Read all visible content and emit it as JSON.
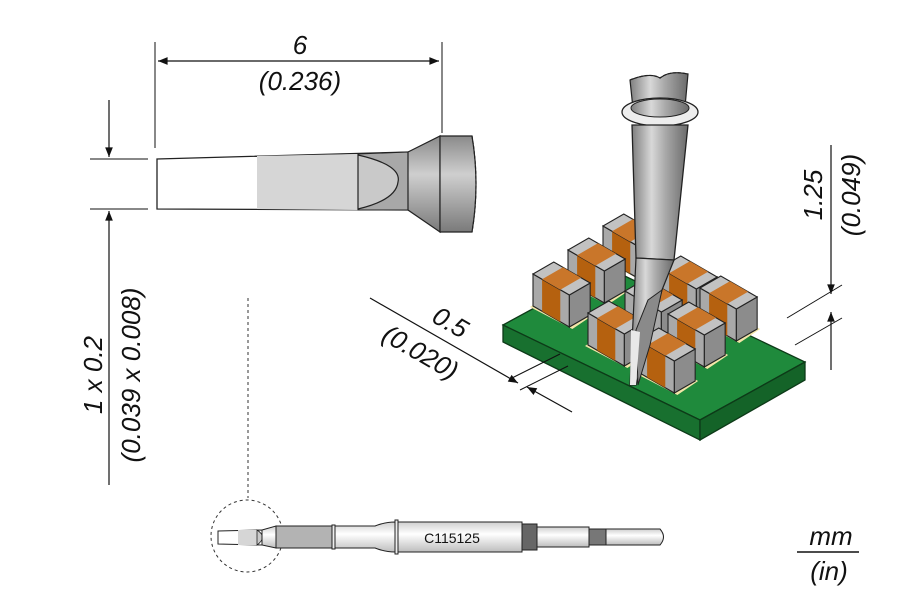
{
  "drawing": {
    "part_number": "C115125",
    "units": {
      "primary": "mm",
      "secondary": "(in)"
    },
    "dimensions": {
      "length": {
        "mm": "6",
        "in": "(0.236)"
      },
      "tip_size": {
        "mm": "1 x 0.2",
        "in": "(0.039 x 0.008)"
      },
      "height": {
        "mm": "1.25",
        "in": "(0.049)"
      },
      "gap": {
        "mm": "0.5",
        "in": "(0.020)"
      }
    },
    "colors": {
      "pcb_green": "#1f8a3c",
      "capacitor_band": "#b5610f",
      "capacitor_body": "#a9a9a9",
      "tip_gray": "#9a9a9a",
      "pad_cream": "#f3e6a8"
    }
  }
}
